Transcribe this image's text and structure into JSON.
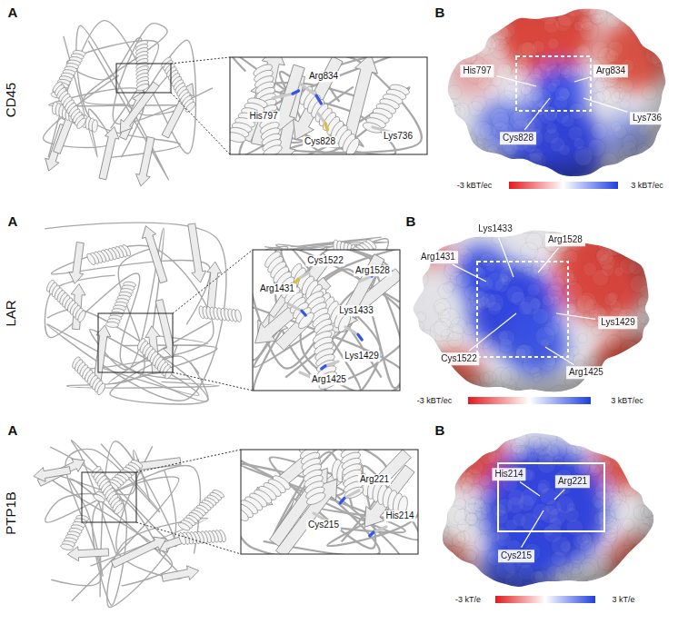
{
  "diagram": {
    "labels": [
      "A",
      "CD45",
      "Arg834",
      "His797",
      "Cys828",
      "Lys736",
      "B",
      "His797",
      "Arg834",
      "Lys736",
      "Cys828",
      "-3 kBT/ec",
      "3 kBT/ec",
      "A",
      "LAR",
      "Cys1522",
      "Arg1528",
      "Arg1431",
      "Lys1433",
      "Lys1429",
      "Arg1425",
      "B",
      "Lys1433",
      "Arg1528",
      "Arg1431",
      "Lys1429",
      "Cys1522",
      "Arg1425",
      "-3 kBT/ec",
      "3 kBT/ec",
      "A",
      "PTP1B",
      "Arg221",
      "His214",
      "Cys215",
      "B",
      "His214",
      "Arg221",
      "Cys215",
      "-3 kT/e",
      "3 kT/e"
    ]
  }
}
